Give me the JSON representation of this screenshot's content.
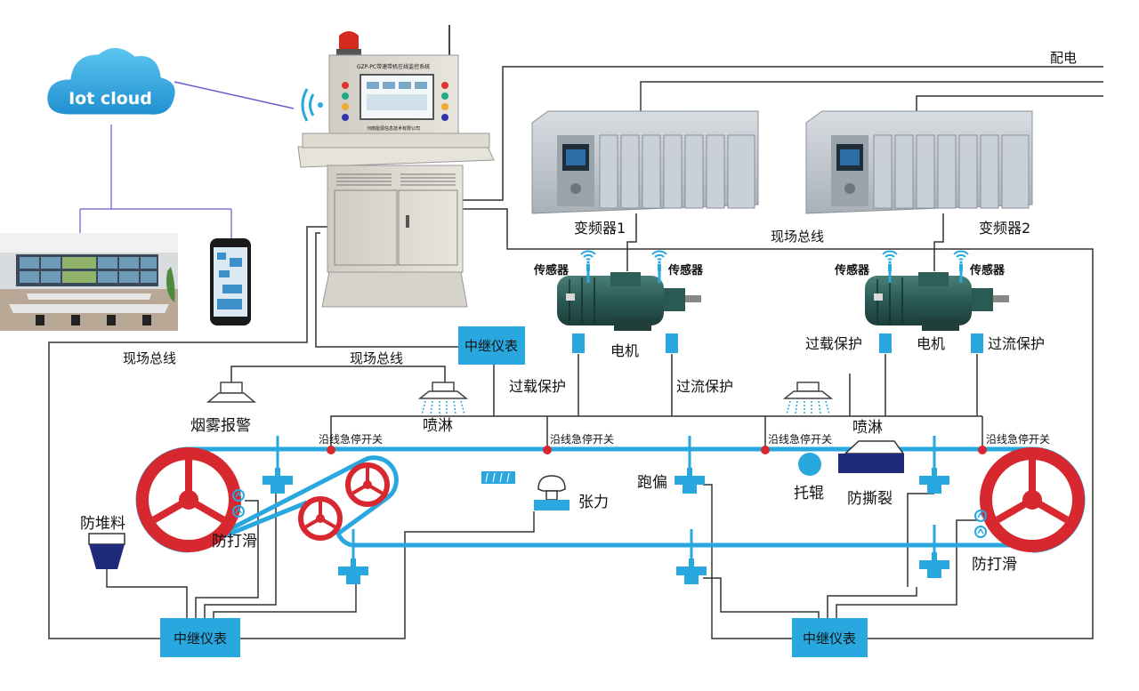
{
  "cloud": {
    "label": "Iot cloud"
  },
  "console": {
    "title": "GZP-PC带速带机在线监控系统",
    "maker": "河南能源信息技术有限公司"
  },
  "top_line": {
    "label": "配电"
  },
  "plc1": {
    "label": "变频器1"
  },
  "plc2": {
    "label": "变频器2"
  },
  "field_bus_top": {
    "label": "现场总线"
  },
  "field_bus_left": {
    "label": "现场总线"
  },
  "field_bus_mid": {
    "label": "现场总线"
  },
  "relays": {
    "top": "中继仪表",
    "bottom_left": "中继仪表",
    "bottom_right": "中继仪表"
  },
  "motor1": {
    "label": "电机",
    "sensor_left": "传感器",
    "sensor_right": "传感器",
    "overload": "过载保护",
    "overcurrent": "过流保护"
  },
  "motor2": {
    "label": "电机",
    "sensor_left": "传感器",
    "sensor_right": "传感器",
    "overload": "过载保护",
    "overcurrent": "过流保护"
  },
  "devices": {
    "smoke": "烟雾报警",
    "spray_left": "喷淋",
    "spray_right": "喷淋",
    "estop1": "沿线急停开关",
    "estop2": "沿线急停开关",
    "estop3": "沿线急停开关",
    "estop4": "沿线急停开关",
    "tension": "张力",
    "deviation": "跑偏",
    "idler": "托辊",
    "tear": "防撕裂",
    "antiskid_left": "防打滑",
    "antiskid_right": "防打滑",
    "anti_pile": "防堆料"
  },
  "colors": {
    "belt": "#29a8e0",
    "wheel": "#d7282f",
    "line": "#333333",
    "wireless": "#6a5acd"
  }
}
